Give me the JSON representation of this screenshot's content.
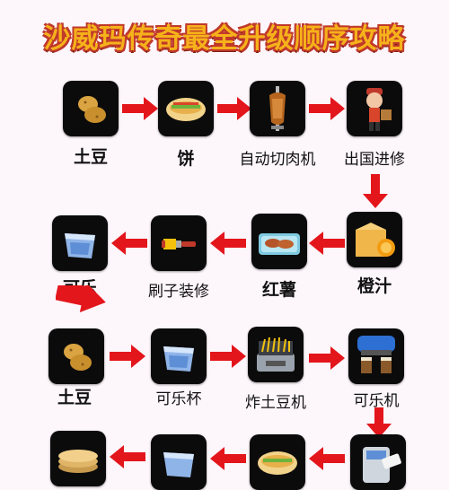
{
  "title": "沙威玛传奇最全升级顺序攻略",
  "steps": {
    "potato_1": "土豆",
    "bread": "饼",
    "auto_slicer": "自动切肉机",
    "abroad_training": "出国进修",
    "cola": "可乐",
    "brush_decor": "刷子装修",
    "sweet_potato": "红薯",
    "orange_juice": "橙汁",
    "potato_2": "土豆",
    "cola_cup": "可乐杯",
    "fryer": "炸土豆机",
    "cola_machine": "可乐机"
  },
  "icons": {
    "potato": "potato-icon",
    "bread": "bread-icon",
    "slicer": "meat-slicer-icon",
    "chef": "chef-icon",
    "cup": "cola-cup-icon",
    "brush": "brush-icon",
    "sweet_potato": "sweet-potato-icon",
    "juice": "orange-juice-icon",
    "fryer": "fryer-icon",
    "cola_machine": "cola-machine-icon",
    "pita": "pita-stack-icon",
    "card": "card-machine-icon"
  },
  "colors": {
    "arrow": "#e3161c",
    "title_fill": "#f6b21a",
    "title_outline": "#c0392b",
    "tile": "#0b0b0b"
  }
}
